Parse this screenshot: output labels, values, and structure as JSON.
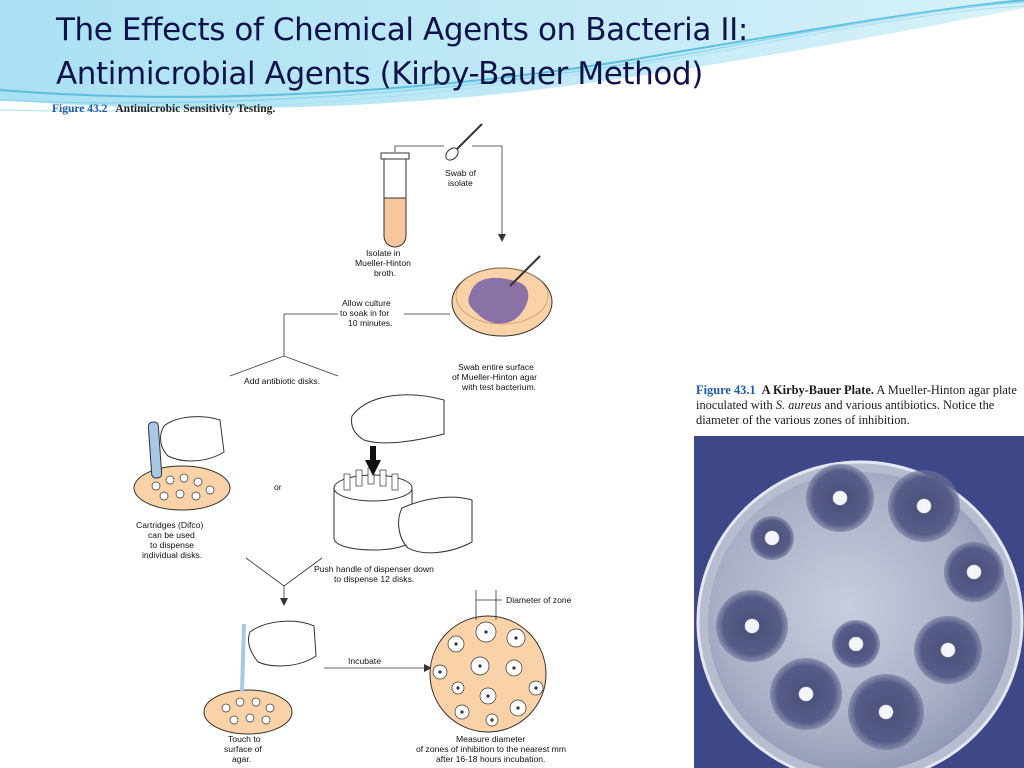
{
  "slide": {
    "title_line1": "The Effects of Chemical Agents on Bacteria II:",
    "title_line2": "Antimicrobial Agents (Kirby-Bauer Method)"
  },
  "figure_432": {
    "number": "Figure 43.2",
    "title": "Antimicrobic Sensitivity Testing.",
    "labels": {
      "swab_l1": "Swab of",
      "swab_l2": "isolate",
      "tube_l1": "Isolate in",
      "tube_l2": "Mueller-Hinton",
      "tube_l3": "broth.",
      "soak_l1": "Allow culture",
      "soak_l2": "to soak in for",
      "soak_l3": "10 minutes.",
      "swabplate_l1": "Swab entire surface",
      "swabplate_l2": "of Mueller-Hinton agar",
      "swabplate_l3": "with test bacterium.",
      "add_disks": "Add antibiotic disks.",
      "or": "or",
      "cart_l1": "Cartridges (Difco)",
      "cart_l2": "can be used",
      "cart_l3": "to dispense",
      "cart_l4": "individual disks.",
      "push_l1": "Push handle of dispenser down",
      "push_l2": "to dispense 12 disks.",
      "diameter": "Diameter of zone",
      "incubate": "Incubate",
      "touch_l1": "Touch to",
      "touch_l2": "surface of",
      "touch_l3": "agar.",
      "measure_l1": "Measure diameter",
      "measure_l2": "of zones of inhibition to the nearest mm",
      "measure_l3": "after 16-18 hours incubation."
    }
  },
  "figure_431": {
    "number": "Figure 43.1",
    "title": "A Kirby-Bauer Plate.",
    "caption_a": "A Mueller-Hinton agar plate inoculated with",
    "organism": "S. aureus",
    "caption_b": "and various antibiotics. Notice the diameter of the various zones of inhibition."
  },
  "colors": {
    "title": "#10134a",
    "figure_number": "#1f5aa6",
    "broth": "#f7c69c",
    "agar": "#f9d2a8",
    "culture": "#8a72a6",
    "plate_photo_bg": "#3e4787"
  }
}
